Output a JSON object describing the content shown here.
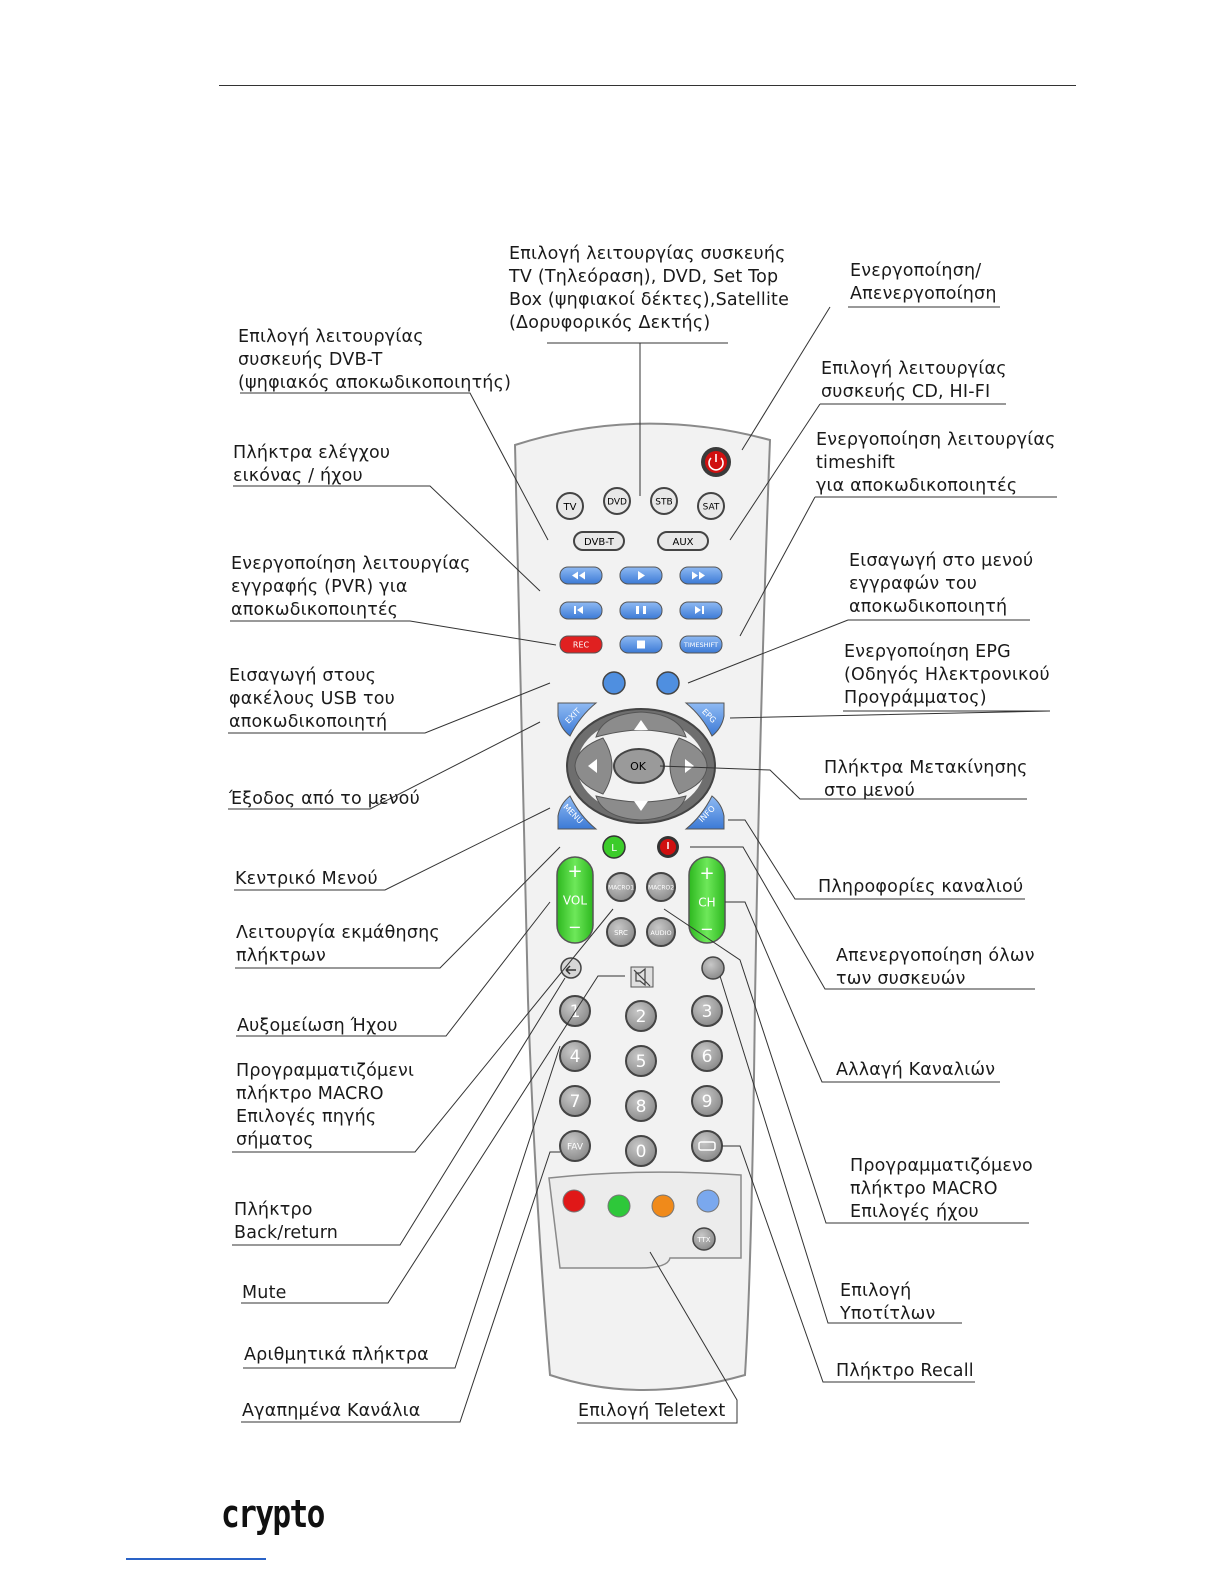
{
  "labels": {
    "device_mode": [
      "Επιλογή λειτουργίας συσκευής",
      "TV (Τηλεόραση), DVD, Set Top",
      "Box (ψηφιακοί δέκτες),Satellite",
      "(Δορυφορικός Δεκτής)"
    ],
    "power": [
      "Ενεργοποίηση/",
      "Απενεργοποίηση"
    ],
    "dvbt": [
      "Επιλογή λειτουργίας",
      "συσκευής DVB-T",
      "(ψηφιακός αποκωδικοποιητής)"
    ],
    "cd_hifi": [
      "Επιλογή λειτουργίας",
      "συσκευής CD, HI-FI"
    ],
    "timeshift": [
      "Ενεργοποίηση λειτουργίας",
      "timeshift",
      "για αποκωδικοποιητές"
    ],
    "picture_sound": [
      "Πλήκτρα ελέγχου",
      "εικόνας / ήχου"
    ],
    "pvr": [
      "Ενεργοποίηση λειτουργίας",
      "εγγραφής (PVR) για",
      "αποκωδικοποιητές"
    ],
    "rec_menu": [
      "Εισαγωγή στο μενού",
      "εγγραφών του",
      "αποκωδικοποιητή"
    ],
    "usb": [
      "Εισαγωγή στους",
      "φακέλους USB του",
      "αποκωδικοποιητή"
    ],
    "epg": [
      "Ενεργοποίηση EPG",
      "(Οδηγός Ηλεκτρονικού",
      "Προγράμματος)"
    ],
    "exit": [
      "Έξοδος από το μενού"
    ],
    "navigation": [
      "Πλήκτρα Μετακίνησης",
      "στο μενού"
    ],
    "main_menu": [
      "Κεντρικό Μενού"
    ],
    "channel_info": [
      "Πληροφορίες καναλιού"
    ],
    "learn": [
      "Λειτουργία εκμάθησης",
      "πλήκτρων"
    ],
    "all_off": [
      "Απενεργοποίηση όλων",
      "των συσκευών"
    ],
    "volume": [
      "Αυξομείωση Ήχου"
    ],
    "channel_change": [
      "Αλλαγή Καναλιών"
    ],
    "macro_source": [
      "Προγραμματιζόμενι",
      "πλήκτρο MACRO",
      "Επιλογές πηγής",
      "σήματος"
    ],
    "macro_audio": [
      "Προγραμματιζόμενο",
      "πλήκτρο MACRO",
      "Επιλογές ήχου"
    ],
    "back": [
      "Πλήκτρο",
      "Back/return"
    ],
    "subtitles": [
      "Επιλογή",
      "Υποτίτλων"
    ],
    "mute": [
      "Mute"
    ],
    "recall": [
      "Πλήκτρο Recall"
    ],
    "numeric": [
      "Αριθμητικά πλήκτρα"
    ],
    "favorites": [
      "Αγαπημένα Κανάλια"
    ],
    "teletext": [
      "Επιλογή Teletext"
    ]
  },
  "remote": {
    "device_buttons": [
      "TV",
      "DVD",
      "STB",
      "SAT"
    ],
    "dvbt_button": "DVB-T",
    "aux_button": "AUX",
    "rec_button": "REC",
    "timeshift_button": "TIMESHIFT",
    "exit_button": "EXIT",
    "epg_button": "EPG",
    "menu_button": "MENU",
    "info_button": "INFO",
    "ok_button": "OK",
    "learn_button": "L",
    "vol_label": "VOL",
    "ch_label": "CH",
    "plus": "+",
    "minus": "−",
    "macro1": "MACRO1",
    "macro2": "MACRO2",
    "src": "SRC",
    "audio": "AUDIO",
    "digits": [
      "1",
      "2",
      "3",
      "4",
      "5",
      "6",
      "7",
      "8",
      "9",
      "FAV",
      "0"
    ],
    "ttx": "TTX",
    "colors": {
      "body": "#f0f0f0",
      "body_stroke": "#8a8a8a",
      "transport": "#4f8fe0",
      "rec": "#e02020",
      "power": "#d01010",
      "volch": "#3ccc2a",
      "nav": "#8c8c8c",
      "digit": "#a8a8a8",
      "red": "#e01818",
      "green": "#2ec83a",
      "yellow": "#f08a1a",
      "blue": "#7aa8ee"
    }
  },
  "footer": {
    "logo": "crypto"
  }
}
